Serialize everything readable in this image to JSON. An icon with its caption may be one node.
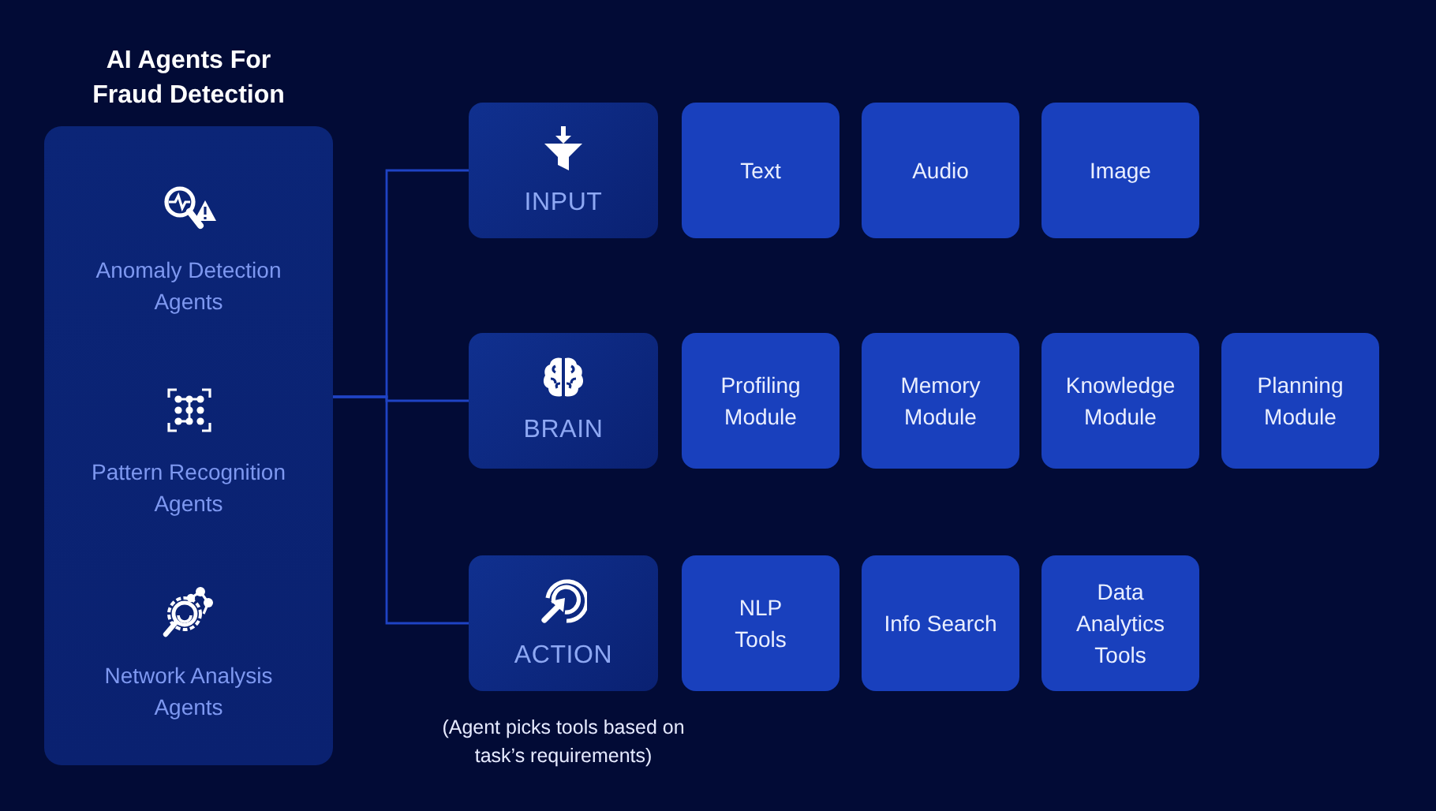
{
  "diagram": {
    "nodes": [
      {
        "text": [
          "AI Agents For Fraud Detection",
          "Anomaly Detection Agents",
          "Pattern Recognition Agents",
          "Network Analysis Agents"
        ]
      },
      {
        "text": [
          "INPUT"
        ]
      },
      {
        "text": [
          "Text"
        ]
      },
      {
        "text": [
          "Audio"
        ]
      },
      {
        "text": [
          "Image"
        ]
      },
      {
        "text": [
          "BRAIN"
        ]
      },
      {
        "text": [
          "Profiling Module"
        ]
      },
      {
        "text": [
          "Memory Module"
        ]
      },
      {
        "text": [
          "Knowledge Module"
        ]
      },
      {
        "text": [
          "Planning Module"
        ]
      },
      {
        "text": [
          "ACTION"
        ],
        "beside": [
          "(Agent picks tools based on task’s requirements)"
        ]
      },
      {
        "text": [
          "NLP Tools"
        ]
      },
      {
        "text": [
          "Info Search"
        ]
      },
      {
        "text": [
          "Data Analytics Tools"
        ]
      }
    ],
    "edges": [
      {
        "from": 0,
        "to": 1,
        "arrow": "none"
      },
      {
        "from": 0,
        "to": 5,
        "arrow": "none"
      },
      {
        "from": 0,
        "to": 10,
        "arrow": "none"
      }
    ]
  }
}
